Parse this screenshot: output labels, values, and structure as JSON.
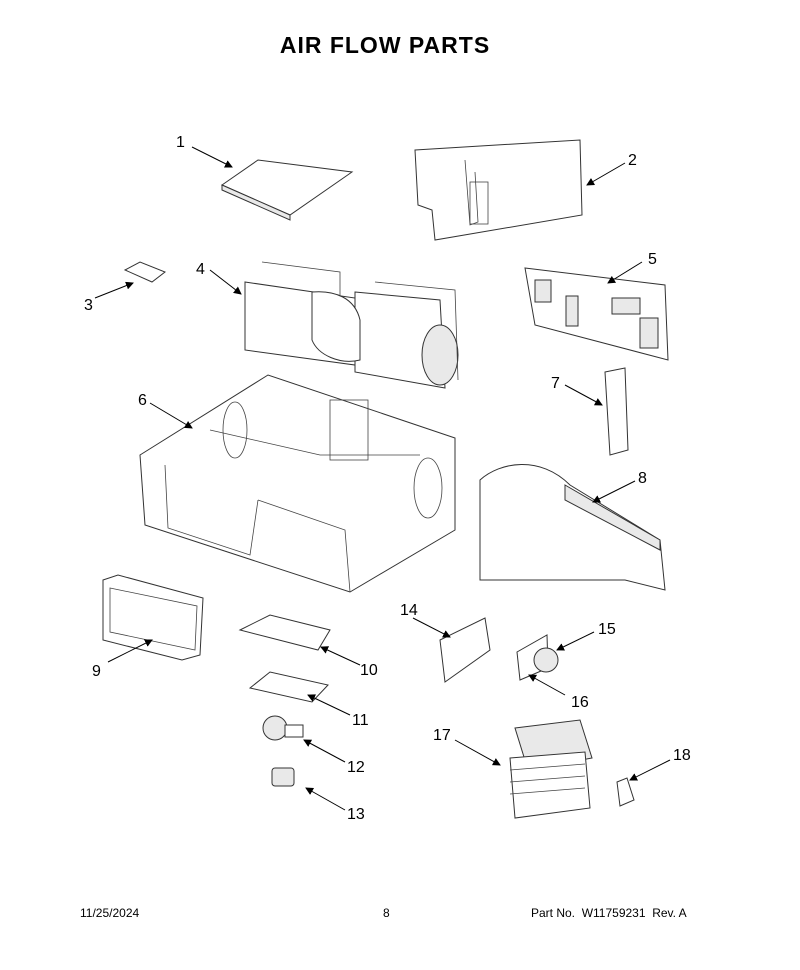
{
  "title": "AIR FLOW PARTS",
  "callouts": [
    "1",
    "2",
    "3",
    "4",
    "5",
    "6",
    "7",
    "8",
    "9",
    "10",
    "11",
    "12",
    "13",
    "14",
    "15",
    "16",
    "17",
    "18"
  ],
  "footer": {
    "date": "11/25/2024",
    "page": "8",
    "part_no_label": "Part No.",
    "part_no": "W11759231",
    "rev": "Rev. A"
  }
}
